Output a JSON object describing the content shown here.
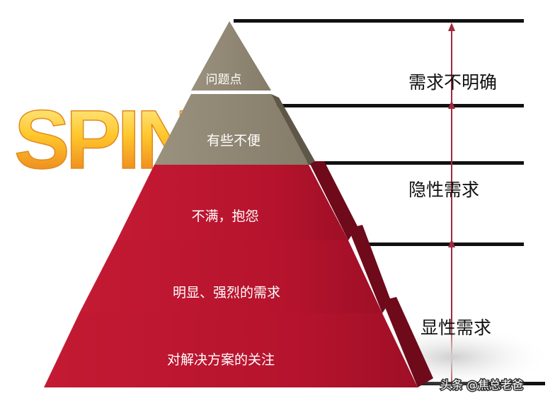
{
  "logo": {
    "text": "SPIN"
  },
  "tiers": [
    {
      "label": "问题点",
      "color": "#8f8674"
    },
    {
      "label": "有些不便",
      "color": "#8f8674"
    },
    {
      "label": "不满，抱怨",
      "color": "#b5132d"
    },
    {
      "label": "明显、强烈的需求",
      "color": "#b5132d"
    },
    {
      "label": "对解决方案的关注",
      "color": "#b5132d"
    }
  ],
  "levels": [
    {
      "label": "需求不明确"
    },
    {
      "label": "隐性需求"
    },
    {
      "label": "显性需求"
    }
  ],
  "watermark": {
    "text": "头条 @焦总老爸"
  },
  "colors": {
    "red": "#b5132d",
    "red_dark": "#6e0a1a",
    "gray": "#8f8674",
    "gray_dark": "#5e5747",
    "arrow": "#a02a3e",
    "spin_gold": "#f5a623"
  }
}
